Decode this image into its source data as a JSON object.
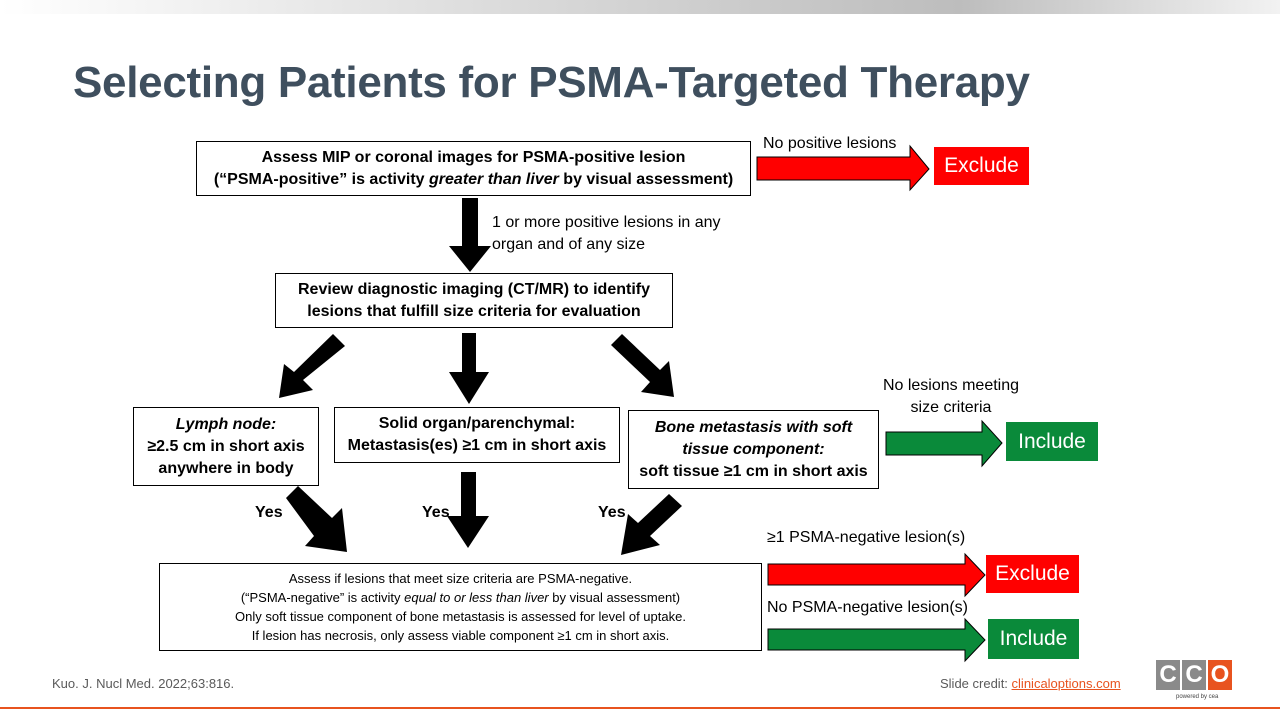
{
  "title": "Selecting Patients for PSMA-Targeted Therapy",
  "boxes": {
    "top": {
      "line1": "Assess MIP or coronal images for PSMA-positive lesion",
      "line2_pre": "(“PSMA-positive” is activity ",
      "line2_em": "greater than liver",
      "line2_post": " by visual assessment)"
    },
    "review": {
      "line1": "Review diagnostic imaging (CT/MR) to identify",
      "line2": "lesions that fulfill size criteria for evaluation"
    },
    "lymph": {
      "line1": "Lymph node:",
      "line2": "≥2.5 cm in short axis",
      "line3": "anywhere in body"
    },
    "solid": {
      "line1": "Solid organ/parenchymal:",
      "line2": "Metastasis(es) ≥1 cm in short axis"
    },
    "bone": {
      "line1": "Bone metastasis with soft",
      "line2": "tissue component:",
      "line3": "soft tissue ≥1 cm in short axis"
    },
    "assess": {
      "line1": "Assess if lesions that meet size criteria are PSMA-negative.",
      "line2_pre": "(“PSMA-negative” is activity ",
      "line2_em": "equal to or less than liver",
      "line2_post": " by visual assessment)",
      "line3": "Only soft tissue component of bone metastasis is assessed for level of uptake.",
      "line4": "If lesion has necrosis, only assess viable component ≥1 cm in short axis."
    }
  },
  "labels": {
    "no_positive": "No positive lesions",
    "one_or_more_1": "1 or more positive lesions in any",
    "one_or_more_2": "organ and of any size",
    "no_meeting_1": "No lesions meeting",
    "no_meeting_2": "size criteria",
    "psma_neg_1": "≥1 PSMA-negative lesion(s)",
    "psma_neg_none": "No PSMA-negative lesion(s)",
    "yes": "Yes"
  },
  "outcomes": {
    "exclude": "Exclude",
    "include": "Include"
  },
  "footer": {
    "reference": "Kuo. J. Nucl Med. 2022;63:816.",
    "credit_prefix": "Slide credit: ",
    "credit_link": "clinicaloptions.com",
    "logo_c1": "C",
    "logo_c2": "C",
    "logo_o": "O",
    "logo_sub": "powered by cea"
  },
  "colors": {
    "title": "#3f4f5e",
    "exclude": "#ff0000",
    "include": "#0a8a3a",
    "accent": "#e8531f",
    "logo_gray": "#8a8a8a"
  }
}
